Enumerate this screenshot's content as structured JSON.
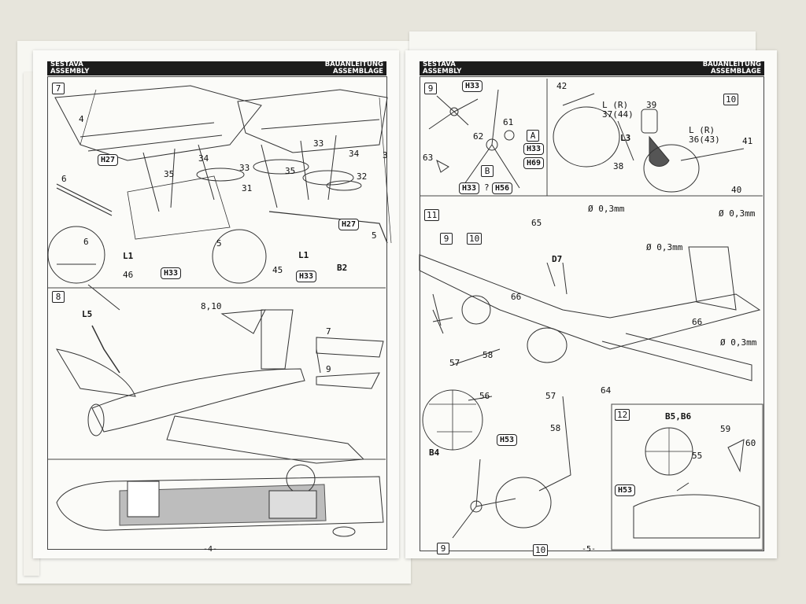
{
  "header": {
    "left_line1": "SESTAVA",
    "left_line2": "ASSEMBLY",
    "right_line1": "BAUANLEITUNG",
    "right_line2": "ASSEMBLAGE"
  },
  "left_page": {
    "page_number": "-4-",
    "step7": {
      "step_number": "7",
      "parts": [
        "4",
        "6",
        "33",
        "34",
        "35",
        "33",
        "34",
        "32",
        "3",
        "31",
        "35",
        "5",
        "6",
        "5",
        "46",
        "45"
      ],
      "callouts": [
        "H27",
        "H27",
        "H33",
        "H33",
        "B2"
      ],
      "labels": [
        "L1",
        "L1"
      ]
    },
    "step8": {
      "step_number": "8",
      "parts": [
        "8,10",
        "7",
        "9"
      ],
      "labels": [
        "L5"
      ]
    }
  },
  "right_page": {
    "page_number": "-5-",
    "step9": {
      "step_number": "9",
      "parts": [
        "61",
        "62",
        "63"
      ],
      "callouts": [
        "H33",
        "H33",
        "H69",
        "H33",
        "H56"
      ],
      "letters": [
        "A",
        "B"
      ],
      "question_mark": "?"
    },
    "step10": {
      "step_number": "10",
      "parts": [
        "42",
        "39",
        "38",
        "41",
        "40"
      ],
      "labels": [
        "L (R)",
        "37(44)",
        "L (R)",
        "36(43)",
        "L3"
      ]
    },
    "step11": {
      "step_number": "11",
      "subrefs": [
        "9",
        "10",
        "9",
        "10"
      ],
      "parts": [
        "65",
        "66",
        "66",
        "58",
        "57",
        "56",
        "57",
        "58",
        "64"
      ],
      "diameters": [
        "Ø 0,3mm",
        "Ø 0,3mm",
        "Ø 0,3mm",
        "Ø 0,3mm"
      ],
      "labels": [
        "D7",
        "B4"
      ],
      "callouts": [
        "H53"
      ]
    },
    "step12": {
      "step_number": "12",
      "parts": [
        "59",
        "60",
        "55"
      ],
      "labels": [
        "B5,B6"
      ],
      "callouts": [
        "H53"
      ]
    }
  }
}
